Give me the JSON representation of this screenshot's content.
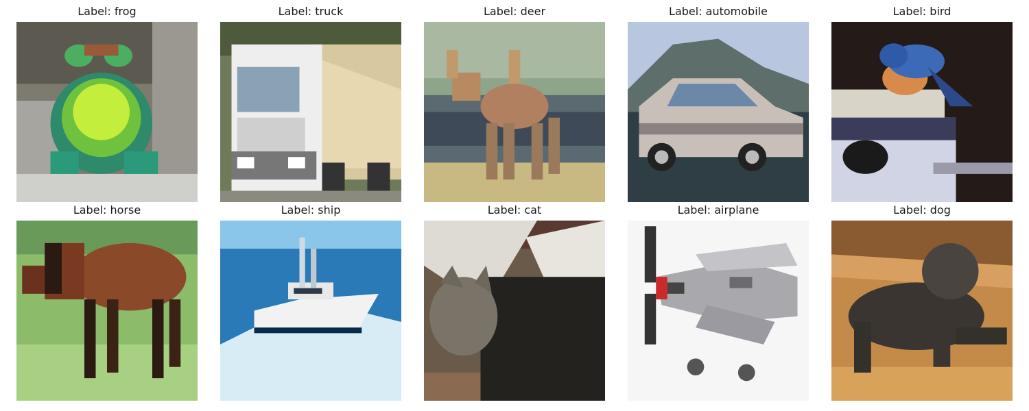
{
  "figure": {
    "panels": [
      {
        "title": "Label: frog",
        "subject": "frog"
      },
      {
        "title": "Label: truck",
        "subject": "truck"
      },
      {
        "title": "Label: deer",
        "subject": "deer"
      },
      {
        "title": "Label: automobile",
        "subject": "automobile"
      },
      {
        "title": "Label: bird",
        "subject": "bird"
      },
      {
        "title": "Label: horse",
        "subject": "horse"
      },
      {
        "title": "Label: ship",
        "subject": "ship"
      },
      {
        "title": "Label: cat",
        "subject": "cat"
      },
      {
        "title": "Label: airplane",
        "subject": "airplane"
      },
      {
        "title": "Label: dog",
        "subject": "dog"
      }
    ]
  }
}
